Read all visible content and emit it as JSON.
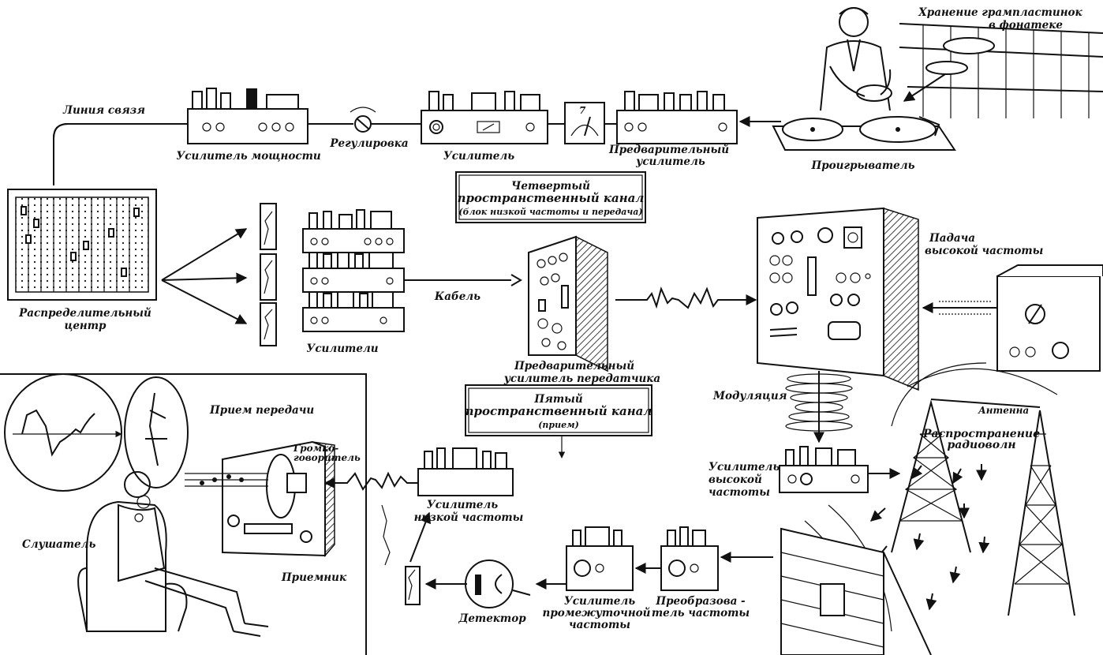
{
  "labels": {
    "storage": "Хранение грампластинок в фонатеке",
    "storage_line1": "Хранение грампластинок",
    "storage_line2": "в фонатеке",
    "comm_line": "Линия связя",
    "power_amp": "Усилитель мощности",
    "regulation": "Регулировка",
    "amplifier": "Усилитель",
    "preamp_line1": "Предварительный",
    "preamp_line2": "усилитель",
    "player": "Проигрыватель",
    "distribution_line1": "Распределительный",
    "distribution_line2": "центр",
    "amplifiers": "Усилители",
    "cable": "Кабель",
    "tx_preamp_line1": "Предварительный",
    "tx_preamp_line2": "усилитель передатчика",
    "hf_feed_line1": "Падача",
    "hf_feed_line2": "высокой частоты",
    "modulation": "Модуляция",
    "antenna": "Антенна",
    "propagation_line1": "Распространение",
    "propagation_line2": "радиоволн",
    "hf_amp_line1": "Усилитель",
    "hf_amp_line2": "высокой",
    "hf_amp_line3": "частоты",
    "reception": "Прием передачи",
    "loudspeaker_line1": "Громко-",
    "loudspeaker_line2": "говоритель",
    "lf_amp_line1": "Усилитель",
    "lf_amp_line2": "низкой частоты",
    "listener": "Слушатель",
    "receiver": "Приемник",
    "detector": "Детектор",
    "if_amp_line1": "Усилитель",
    "if_amp_line2": "промежуточной",
    "if_amp_line3": "частоты",
    "freq_conv_line1": "Преобразова -",
    "freq_conv_line2": "тель частоты"
  },
  "channels": {
    "fourth_line1": "Четвертый",
    "fourth_line2": "пространственный канал",
    "fourth_line3": "(блок низкой частоты и передача)",
    "fifth_line1": "Пятый",
    "fifth_line2": "пространственный канал",
    "fifth_line3": "(прием)"
  },
  "meter_value": "7"
}
